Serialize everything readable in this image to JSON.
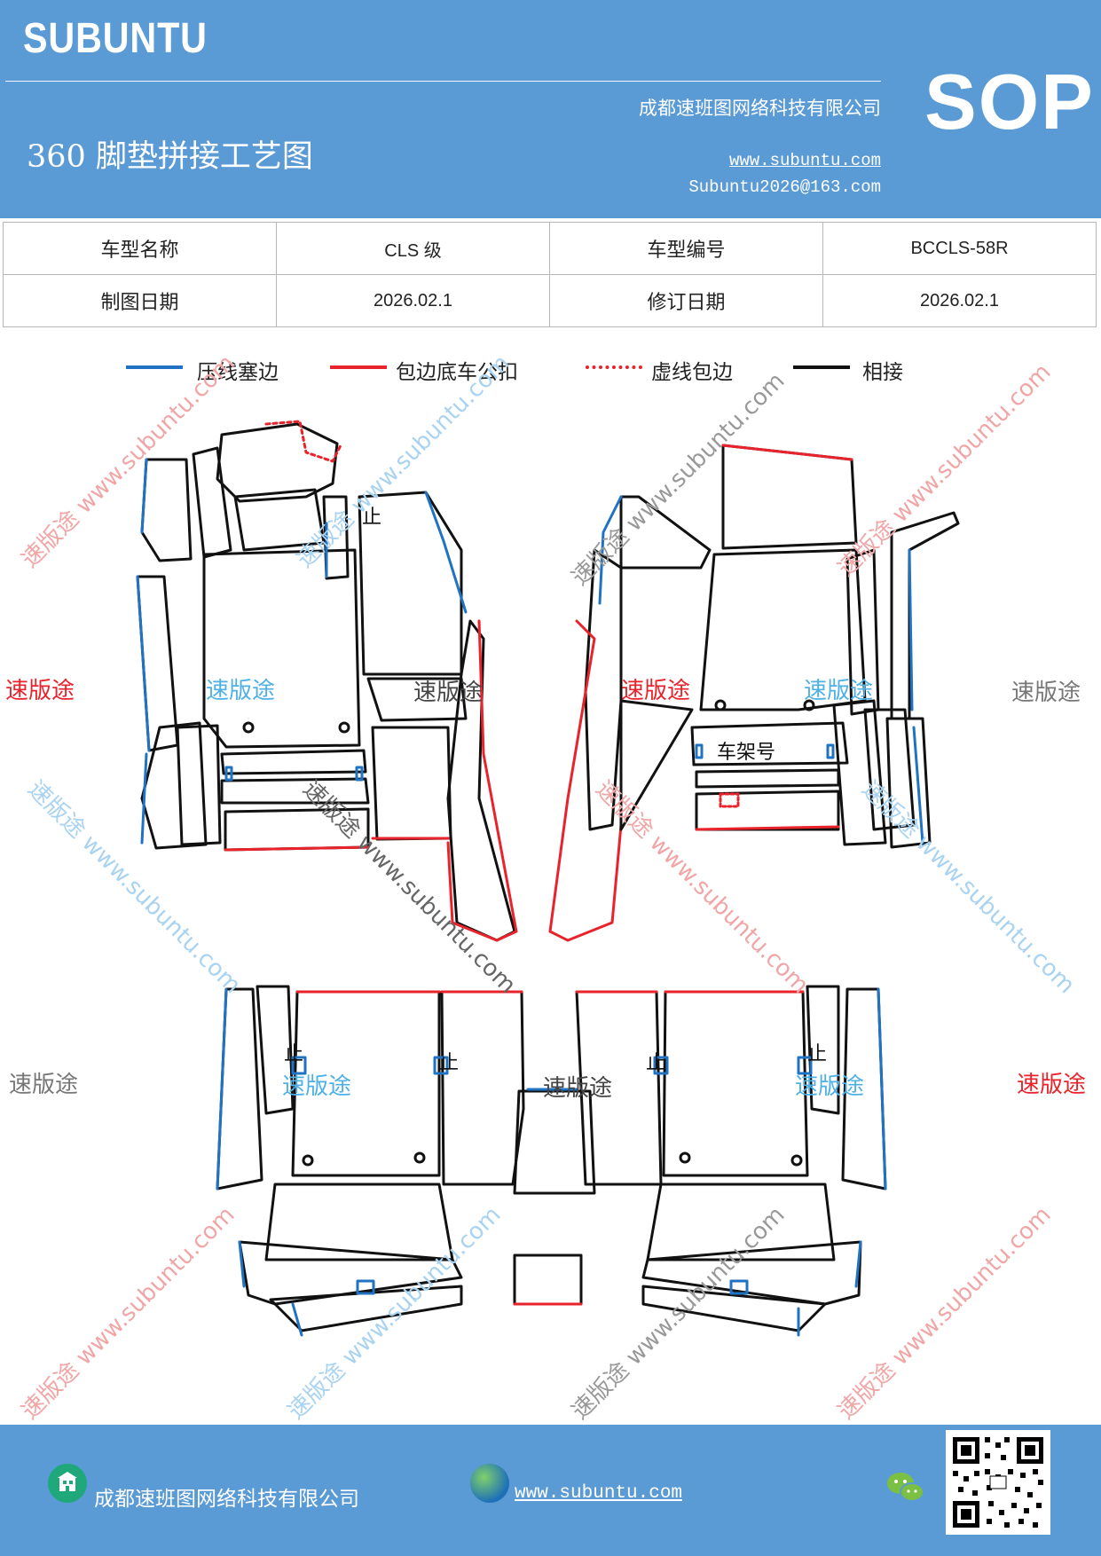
{
  "header": {
    "brand": "SUBUNTU",
    "badge": "SOP",
    "company": "成都速班图网络科技有限公司",
    "doc_title": "360 脚垫拼接工艺图",
    "website": "www.subuntu.com",
    "email": "Subuntu2026@163.com"
  },
  "info_table": {
    "model_name_label": "车型名称",
    "model_name": "CLS 级",
    "model_code_label": "车型编号",
    "model_code": "BCCLS-58R",
    "draw_date_label": "制图日期",
    "draw_date": "2026.02.1",
    "revise_date_label": "修订日期",
    "revise_date": "2026.02.1"
  },
  "legend": [
    {
      "label": "压线塞边",
      "color": "#1f73c2",
      "style": "solid"
    },
    {
      "label": "包边底车公扣",
      "color": "#e8232b",
      "style": "solid"
    },
    {
      "label": "虚线包边",
      "color": "#e8232b",
      "style": "dotted"
    },
    {
      "label": "相接",
      "color": "#111111",
      "style": "solid"
    }
  ],
  "annotations": {
    "stop": "止",
    "frame_number": "车架号"
  },
  "watermarks": {
    "brand_cn": "速版途",
    "url_line": "速版途 www.subuntu.com"
  },
  "footer": {
    "company": "成都速班图网络科技有限公司",
    "website": "www.subuntu.com"
  },
  "colors": {
    "header_bg": "#5b9bd5",
    "blue_edge": "#1f73c2",
    "red_edge": "#e8232b",
    "outline": "#111111"
  },
  "icons": [
    "building-icon",
    "globe-icon",
    "wechat-icon",
    "qr-code"
  ]
}
